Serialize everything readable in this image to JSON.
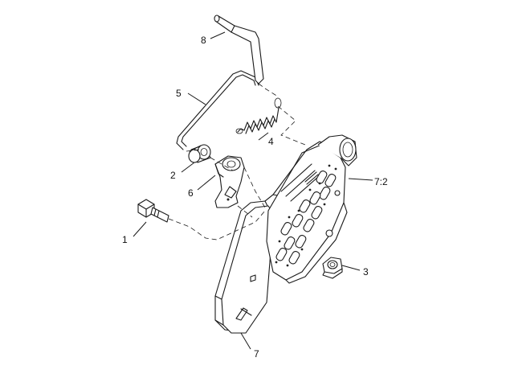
{
  "callouts": [
    {
      "id": "8",
      "text": "8",
      "part": "pin"
    },
    {
      "id": "5",
      "text": "5",
      "part": "rod"
    },
    {
      "id": "4",
      "text": "4",
      "part": "spring"
    },
    {
      "id": "2",
      "text": "2",
      "part": "bushing"
    },
    {
      "id": "6",
      "text": "6",
      "part": "lever"
    },
    {
      "id": "1",
      "text": "1",
      "part": "bolt"
    },
    {
      "id": "7:2",
      "text": "7:2",
      "part": "adjustment-plate"
    },
    {
      "id": "3",
      "text": "3",
      "part": "nut"
    },
    {
      "id": "7",
      "text": "7",
      "part": "bracket"
    }
  ]
}
